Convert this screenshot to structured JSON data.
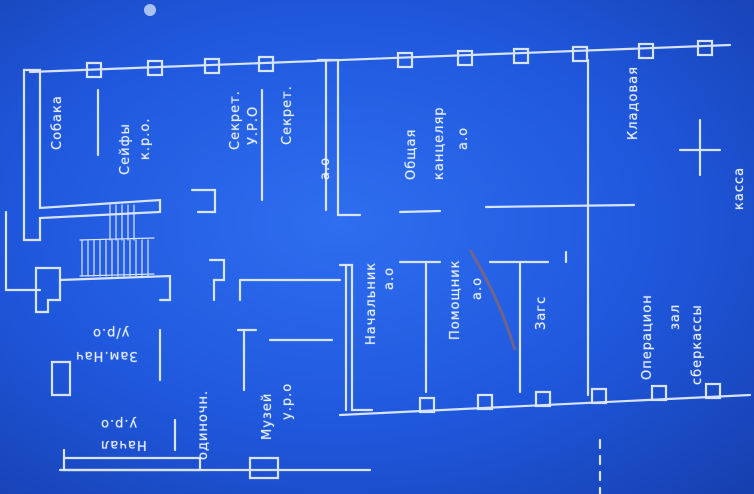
{
  "colors": {
    "paper": "#1f57dc",
    "ink": "#e8f0ff",
    "stain": "#b0663f"
  },
  "rooms": {
    "sobaka": "Собака",
    "sejfy": "Сейфы",
    "sejfy_sub": "к.р.о.",
    "sekretar_1": "Секрет.",
    "sekretar_1_sub": "У.Р.О",
    "sekretar_2": "Секрет.",
    "sekretar_2_sub": "а.о",
    "obshaya_kancel": "Общая",
    "obshaya_kancel_2": "канцеляр",
    "obshaya_kancel_sub": "а.о",
    "kladovaya": "Кладовая",
    "kassa": "касса",
    "nachalnik": "Начальник",
    "nachalnik_sub": "а.о",
    "pomoshnik": "Помощник",
    "pomoshnik_sub": "а.о",
    "zags": "Загс",
    "operacionnyj": "Операцион",
    "operacionnyj_2": "зал",
    "operacionnyj_sub": "сберкассы",
    "muzej": "Музей",
    "muzej_sub": "у.р.о",
    "odinochka": "одиночн.",
    "zam_nach": "Зам.Нач",
    "zam_nach_sub": "у/р.о",
    "nachal_2": "Начал",
    "nachal_2_sub": "у.р.о"
  }
}
